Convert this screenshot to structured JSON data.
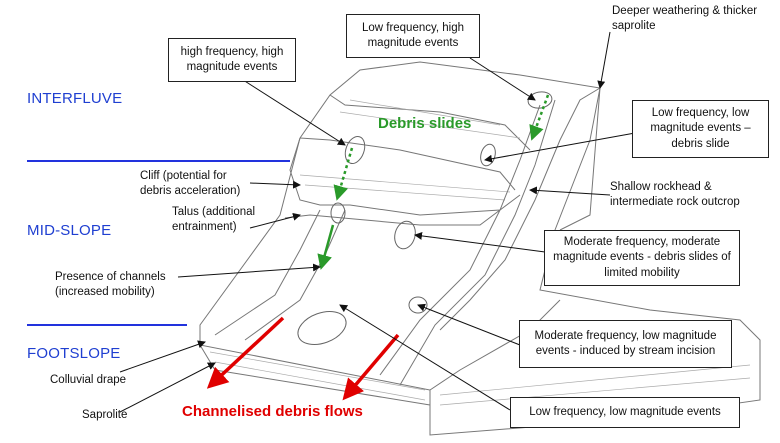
{
  "zones": {
    "interfluve": "INTERFLUVE",
    "midslope": "MID-SLOPE",
    "footslope": "FOOTSLOPE"
  },
  "process_labels": {
    "debris_slides": "Debris slides",
    "channelised_debris_flows": "Channelised debris flows"
  },
  "boxes": {
    "high_freq": "high frequency, high magnitude events",
    "low_freq_high": "Low frequency, high magnitude events",
    "low_freq_low_debris": "Low frequency, low magnitude events – debris slide",
    "moderate_moderate": "Moderate frequency, moderate magnitude events - debris slides of limited mobility",
    "moderate_low": "Moderate frequency, low magnitude events - induced by stream incision",
    "low_low": "Low frequency, low magnitude events"
  },
  "labels": {
    "deeper_weathering": "Deeper weathering & thicker saprolite",
    "cliff": "Cliff (potential for debris acceleration)",
    "talus": "Talus (additional entrainment)",
    "channels": "Presence of channels (increased mobility)",
    "shallow_rockhead": "Shallow rockhead & intermediate rock outcrop",
    "colluvial": "Colluvial drape",
    "saprolite": "Saprolite"
  },
  "colors": {
    "zone_blue": "#1f3fd1",
    "green_arrow": "#2a9a2a",
    "red_arrow": "#e00000"
  }
}
